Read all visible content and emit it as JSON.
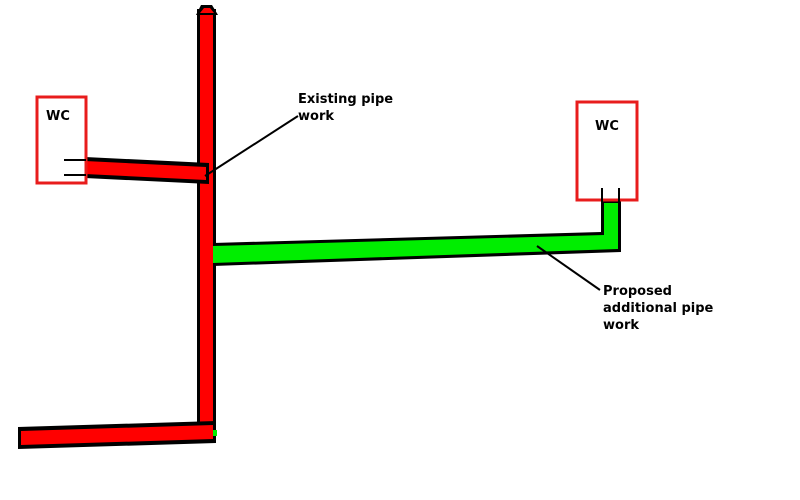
{
  "colors": {
    "existing_pipe": "#ff0000",
    "proposed_pipe": "#00ee00",
    "outline": "#000000",
    "wc_box": "#e81c1c",
    "background": "#ffffff"
  },
  "wc_left": {
    "label": "WC"
  },
  "wc_right": {
    "label": "WC"
  },
  "annotations": {
    "existing": {
      "line1": "Existing pipe",
      "line2": "work"
    },
    "proposed": {
      "line1": "Proposed",
      "line2": "additional pipe",
      "line3": "work"
    }
  }
}
